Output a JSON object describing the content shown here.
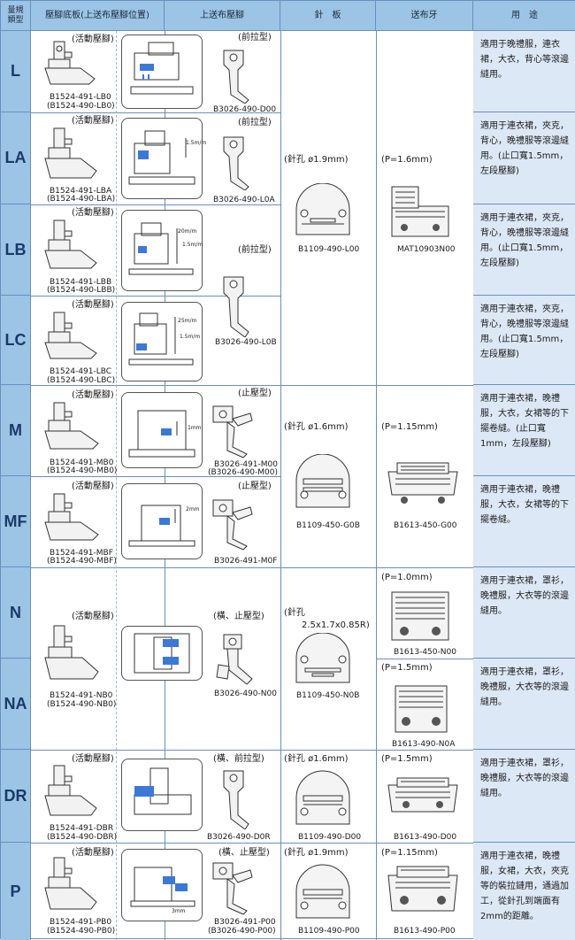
{
  "header": {
    "type": "量規\n類型",
    "base": "壓腳底板(上送布壓腳位置)",
    "upper": "上送布壓腳",
    "plate": "針　板",
    "dog": "送布牙",
    "use": "用　途"
  },
  "rows": [
    {
      "code": "L",
      "base_note": "(活動壓腳)",
      "base_p1": "B1524-491-LB0",
      "base_p2": "(B1524-490-LB0)",
      "upper_note": "(前拉型)",
      "upper_p1": "B3026-490-D00",
      "upper_p2": "",
      "use": "適用于晚禮服，連衣裙，大衣，背心等滾邊縫用。"
    },
    {
      "code": "LA",
      "base_note": "(活動壓腳)",
      "base_p1": "B1524-491-LBA",
      "base_p2": "(B1524-490-LBA)",
      "upper_note": "(前拉型)",
      "upper_p1": "B3026-490-L0A",
      "upper_p2": "",
      "dim1": "1.5m/m",
      "use": "適用于連衣裙，夾克，背心，晚禮服等滾邊縫用。(止口寬1.5mm，左段壓腳)"
    },
    {
      "code": "LB",
      "base_note": "(活動壓腳)",
      "base_p1": "B1524-491-LBB",
      "base_p2": "(B1524-490-LBB)",
      "upper_note": "(前拉型)",
      "upper_p1": "",
      "upper_p2": "",
      "dim1": "20m/m",
      "dim2": "1.5m/m",
      "use": "適用于連衣裙，夾克，背心，晚禮服等滾邊縫用。(止口寬1.5mm，左段壓腳)"
    },
    {
      "code": "LC",
      "base_note": "(活動壓腳)",
      "base_p1": "B1524-491-LBC",
      "base_p2": "(B1524-490-LBC)",
      "upper_note": "",
      "upper_p1": "B3026-490-L0B",
      "upper_p2": "",
      "dim1": "25m/m",
      "dim2": "1.5m/m",
      "use": "適用于連衣裙，夾克，背心，晚禮服等滾邊縫用。(止口寬1.5mm，左段壓腳)"
    },
    {
      "code": "M",
      "base_note": "(活動壓腳)",
      "base_p1": "B1524-491-MB0",
      "base_p2": "(B1524-490-MB0)",
      "upper_note": "(止壓型)",
      "upper_p1": "B3026-491-M00",
      "upper_p2": "(B3026-490-M00)",
      "dim1": "1mm",
      "use": "適用于連衣裙，晚禮服，大衣，女裙等的下擺卷縫。(止口寬1mm，左段壓腳)"
    },
    {
      "code": "MF",
      "base_note": "(活動壓腳)",
      "base_p1": "B1524-491-MBF",
      "base_p2": "(B1524-490-MBF)",
      "upper_note": "(止壓型)",
      "upper_p1": "B3026-491-M0F",
      "upper_p2": "",
      "dim1": "2mm",
      "use": "適用于連衣裙，晚禮服，大衣，女裙等的下擺卷縫。"
    },
    {
      "code": "N",
      "base_note": "",
      "base_p1": "",
      "base_p2": "",
      "upper_note": "",
      "upper_p1": "",
      "upper_p2": "",
      "use": "適用于連衣裙，罩衫，晚禮服，大衣等的滾邊縫用。"
    },
    {
      "code": "NA",
      "base_note": "(活動壓腳)",
      "base_p1": "B1524-491-NB0",
      "base_p2": "(B1524-490-NB0)",
      "upper_note": "(橫、止壓型)",
      "upper_p1": "B3026-490-N00",
      "upper_p2": "",
      "use": "適用于連衣裙，罩衫，晚禮服，大衣等的滾邊縫用。"
    },
    {
      "code": "DR",
      "base_note": "(活動壓腳)",
      "base_p1": "B1524-491-DBR",
      "base_p2": "(B1524-490-DBR)",
      "upper_note": "(橫、前拉型)",
      "upper_p1": "B3026-490-D0R",
      "upper_p2": "",
      "use": "適用于連衣裙，罩衫，晚禮服，大衣等的滾邊縫用。"
    },
    {
      "code": "P",
      "base_note": "(活動壓腳)",
      "base_p1": "B1524-491-PB0",
      "base_p2": "(B1524-490-PB0)",
      "upper_note": "(橫、止壓型)",
      "upper_p1": "B3026-491-P00",
      "upper_p2": "(B3026-490-P00)",
      "dim1": "3mm",
      "use": "適用于連衣裙，晚禮服，女裙，大衣，夾克等的裝拉鏈用，通過加工，從針孔到端面有2mm的距離。"
    }
  ],
  "plates": [
    {
      "note1": "(針孔 ø1.9mm)",
      "note2": "",
      "part": "B1109-490-L00"
    },
    {
      "note1": "(針孔 ø1.6mm)",
      "note2": "",
      "part": "B1109-450-G0B"
    },
    {
      "note1": "(針孔",
      "note2": "2.5x1.7x0.85R)",
      "part": "B1109-450-N0B"
    },
    {
      "note1": "(針孔 ø1.6mm)",
      "note2": "",
      "part": "B1109-490-D00"
    },
    {
      "note1": "(針孔 ø1.9mm)",
      "note2": "",
      "part": "B1109-490-P00"
    }
  ],
  "dogs": [
    {
      "note": "(P=1.6mm)",
      "part": "MAT10903N00"
    },
    {
      "note": "(P=1.15mm)",
      "part": "B1613-450-G00"
    },
    {
      "note": "(P=1.0mm)",
      "part": "B1613-450-N00"
    },
    {
      "note": "(P=1.5mm)",
      "part": "B1613-490-N0A"
    },
    {
      "note": "(P=1.5mm)",
      "part": "B1613-490-D00"
    },
    {
      "note": "(P=1.15mm)",
      "part": "B1613-490-P00"
    }
  ],
  "colors": {
    "header": "#9cc4e4",
    "use_bg": "#dde8f6",
    "border": "#6a8fc0",
    "accent_blue": "#3c78d8"
  }
}
